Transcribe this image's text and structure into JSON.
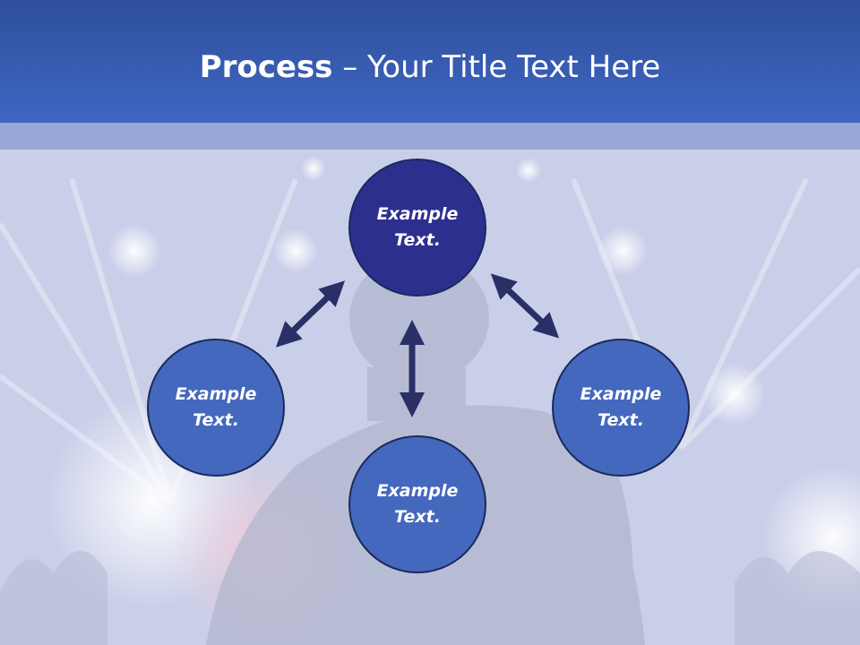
{
  "title": {
    "bold": "Process",
    "rest": " – Your Title Text Here"
  },
  "nodes": {
    "top": "Example Text.",
    "left": "Example Text.",
    "right": "Example Text.",
    "bottom": "Example Text."
  },
  "colors": {
    "header": "#3f66c2",
    "center_node": "#2d2f8f",
    "side_node": "#4468be",
    "arrow": "#2a2f66"
  }
}
